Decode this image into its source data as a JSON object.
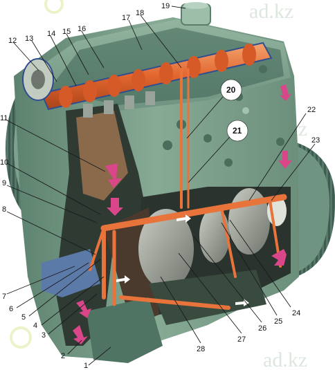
{
  "callouts": [
    {
      "id": "1",
      "text": "1"
    },
    {
      "id": "2",
      "text": "2"
    },
    {
      "id": "3",
      "text": "3"
    },
    {
      "id": "4",
      "text": "4"
    },
    {
      "id": "5",
      "text": "5"
    },
    {
      "id": "6",
      "text": "6"
    },
    {
      "id": "7",
      "text": "7"
    },
    {
      "id": "8",
      "text": "8"
    },
    {
      "id": "9",
      "text": "9"
    },
    {
      "id": "10",
      "text": "10"
    },
    {
      "id": "11",
      "text": "11"
    },
    {
      "id": "12",
      "text": "12"
    },
    {
      "id": "13",
      "text": "13"
    },
    {
      "id": "14",
      "text": "14"
    },
    {
      "id": "15",
      "text": "15"
    },
    {
      "id": "16",
      "text": "16"
    },
    {
      "id": "17",
      "text": "17"
    },
    {
      "id": "18",
      "text": "18"
    },
    {
      "id": "19",
      "text": "19"
    },
    {
      "id": "20",
      "text": "20"
    },
    {
      "id": "21",
      "text": "21"
    },
    {
      "id": "22",
      "text": "22"
    },
    {
      "id": "23",
      "text": "23"
    },
    {
      "id": "24",
      "text": "24"
    },
    {
      "id": "25",
      "text": "25"
    },
    {
      "id": "26",
      "text": "26"
    },
    {
      "id": "27",
      "text": "27"
    },
    {
      "id": "28",
      "text": "28"
    }
  ],
  "watermark": {
    "text": "ad.kz"
  },
  "colors": {
    "engine_green": "#7fa48e",
    "engine_dark": "#4f7463",
    "oil_channel": "#e8743b",
    "flow_arrow": "#d9468a",
    "casing_blue": "#2f4d8f",
    "background": "#ffffff"
  }
}
